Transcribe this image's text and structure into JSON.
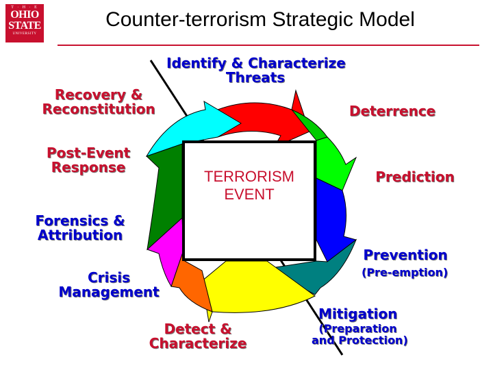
{
  "header": {
    "title": "Counter-terrorism Strategic Model",
    "logo": {
      "line1": "T · H · E",
      "line2": "OHIO",
      "line3": "STATE",
      "line4": "UNIVERSITY"
    }
  },
  "center": {
    "line1": "TERRORISM",
    "line2": "EVENT"
  },
  "labels": {
    "identify_1": "Identify & Characterize",
    "identify_2": "Threats",
    "deterrence": "Deterrence",
    "prediction": "Prediction",
    "prevention": "Prevention",
    "preemption": "(Pre-emption)",
    "mitigation": "Mitigation",
    "mitigation_sub_1": "(Preparation",
    "mitigation_sub_2": "and Protection)",
    "detect_1": "Detect &",
    "detect_2": "Characterize",
    "crisis_1": "Crisis",
    "crisis_2": "Management",
    "forensics_1": "Forensics &",
    "forensics_2": "Attribution",
    "post_event_1": "Post-Event",
    "post_event_2": "Response",
    "recovery_1": "Recovery &",
    "recovery_2": "Reconstitution"
  },
  "colors": {
    "brand_red": "#c8102e",
    "label_blue": "#0000cc",
    "segments": [
      "#ff0000",
      "#00cc00",
      "#00ff00",
      "#0000ff",
      "#008080",
      "#ffff00",
      "#ff6600",
      "#ff00ff",
      "#008000",
      "#00ffff"
    ]
  }
}
